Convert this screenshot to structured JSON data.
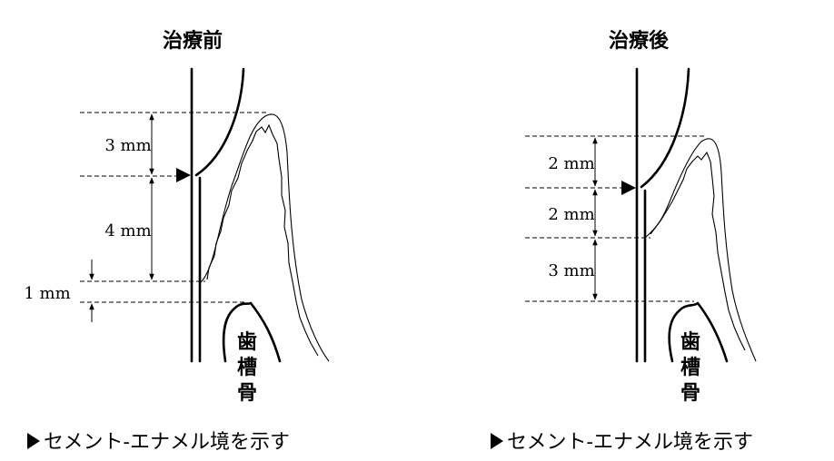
{
  "panels": [
    {
      "title": "治療前",
      "measurements": [
        "3 mm",
        "4 mm",
        "1 mm"
      ],
      "bone_label": [
        "歯",
        "槽",
        "骨"
      ],
      "caption": "セメント-エナメル境を示す"
    },
    {
      "title": "治療後",
      "measurements": [
        "2 mm",
        "2 mm",
        "3 mm"
      ],
      "bone_label": [
        "歯",
        "槽",
        "骨"
      ],
      "caption": "セメント-エナメル境を示す"
    }
  ]
}
